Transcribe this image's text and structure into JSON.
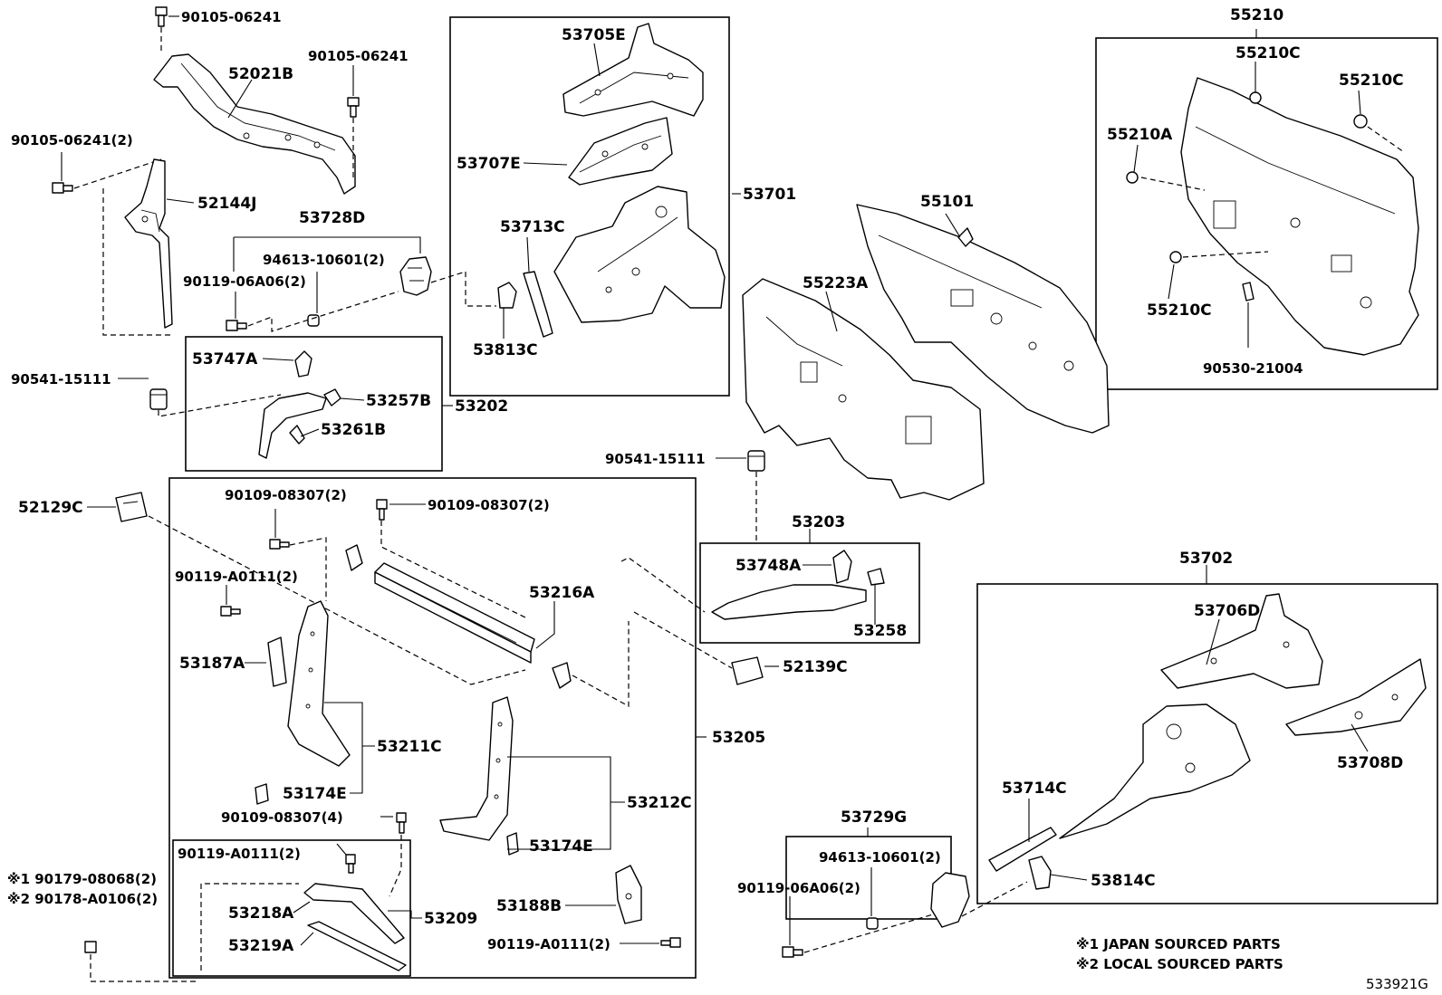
{
  "labels": {
    "p90105_06241_top": "90105-06241",
    "p90105_06241_right": "90105-06241",
    "p52021B": "52021B",
    "p90105_06241_2": "90105-06241(2)",
    "p52144J": "52144J",
    "p53728D": "53728D",
    "p94613_10601_2_a": "94613-10601(2)",
    "p90119_06A06_2_a": "90119-06A06(2)",
    "p53747A": "53747A",
    "p53257B": "53257B",
    "p90541_15111_a": "90541-15111",
    "p53202": "53202",
    "p53261B": "53261B",
    "p53705E": "53705E",
    "p53707E": "53707E",
    "p53701": "53701",
    "p53713C": "53713C",
    "p53813C": "53813C",
    "p55101": "55101",
    "p55223A": "55223A",
    "p90541_15111_b": "90541-15111",
    "p55210": "55210",
    "p55210C_1": "55210C",
    "p55210C_2": "55210C",
    "p55210A": "55210A",
    "p55210C_3": "55210C",
    "p90530_21004": "90530-21004",
    "p52129C": "52129C",
    "p90109_08307_2_a": "90109-08307(2)",
    "p90109_08307_2_b": "90109-08307(2)",
    "p90119_A0111_2_a": "90119-A0111(2)",
    "p53216A": "53216A",
    "p53187A": "53187A",
    "p53211C": "53211C",
    "p53174E_a": "53174E",
    "p53205": "53205",
    "p53212C": "53212C",
    "p53174E_b": "53174E",
    "p90109_08307_4": "90109-08307(4)",
    "p90119_A0111_2_b": "90119-A0111(2)",
    "p53218A": "53218A",
    "p53209": "53209",
    "p53219A": "53219A",
    "p53188B": "53188B",
    "p90119_A0111_2_c": "90119-A0111(2)",
    "p90179_08068": "※1 90179-08068(2)",
    "p90178_A0106": "※2 90178-A0106(2)",
    "p53203": "53203",
    "p53748A": "53748A",
    "p53258": "53258",
    "p52139C": "52139C",
    "p53702": "53702",
    "p53706D": "53706D",
    "p53708D": "53708D",
    "p53714C": "53714C",
    "p53814C": "53814C",
    "p53729G": "53729G",
    "p94613_10601_2_b": "94613-10601(2)",
    "p90119_06A06_2_b": "90119-06A06(2)"
  },
  "notes": {
    "japan": "※1 JAPAN SOURCED PARTS",
    "local": "※2 LOCAL SOURCED PARTS"
  },
  "diagram_code": "533921G"
}
